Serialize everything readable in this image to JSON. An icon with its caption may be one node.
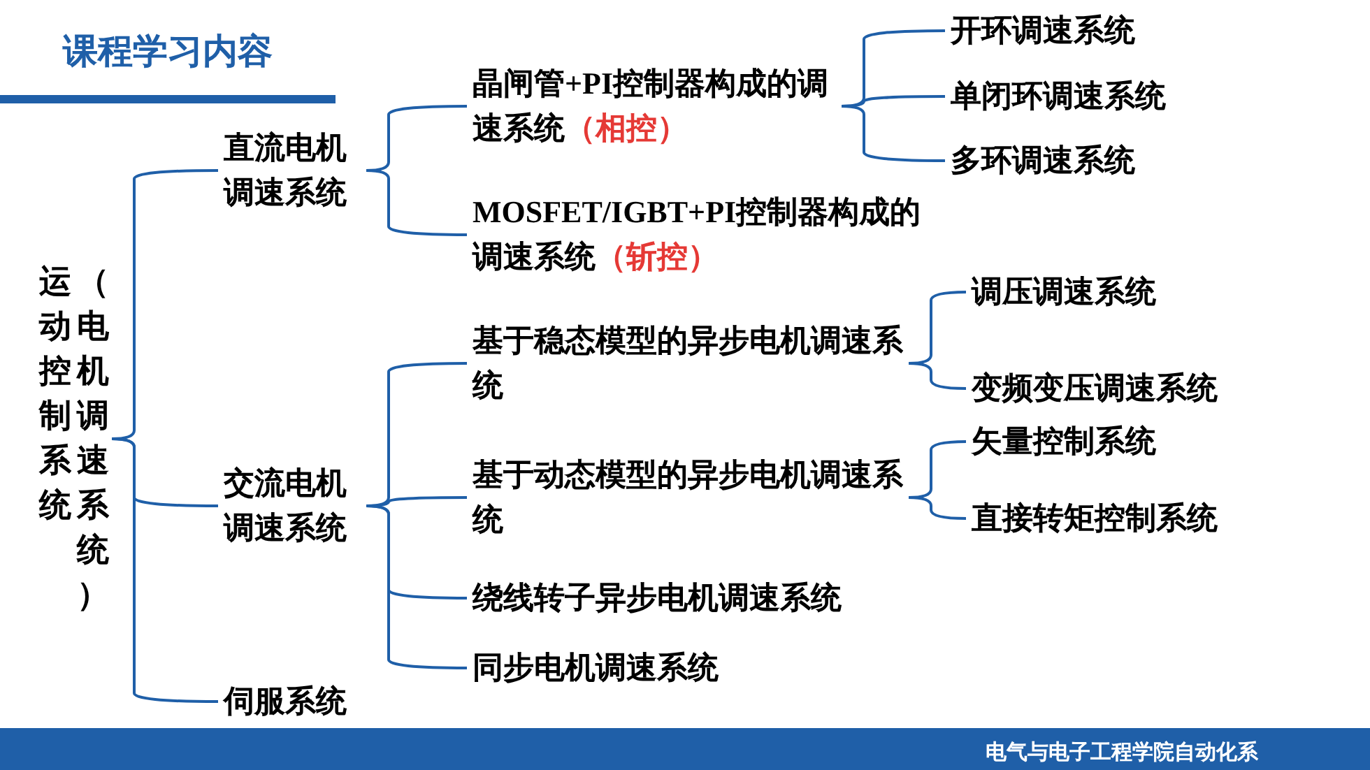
{
  "diagram": {
    "title": "课程学习内容",
    "nodes": [
      {
        "text": [
          "运动控制系统",
          "（电机调速系统）"
        ]
      },
      {
        "text": [
          "直流电机调速系统"
        ]
      },
      {
        "text": [
          "晶闸管+PI控制器构成的调速系统",
          "（相控）"
        ]
      },
      {
        "text": [
          "开环调速系统"
        ]
      },
      {
        "text": [
          "单闭环调速系统"
        ]
      },
      {
        "text": [
          "多环调速系统"
        ]
      },
      {
        "text": [
          "MOSFET/IGBT+PI控制器构成的调速系统",
          "（斩控）"
        ]
      },
      {
        "text": [
          "交流电机调速系统"
        ]
      },
      {
        "text": [
          "基于稳态模型的异步电机调速系统"
        ]
      },
      {
        "text": [
          "调压调速系统"
        ]
      },
      {
        "text": [
          "变频变压调速系统"
        ]
      },
      {
        "text": [
          "基于动态模型的异步电机调速系统"
        ]
      },
      {
        "text": [
          "矢量控制系统"
        ]
      },
      {
        "text": [
          "直接转矩控制系统"
        ]
      },
      {
        "text": [
          "绕线转子异步电机调速系统"
        ]
      },
      {
        "text": [
          "同步电机调速系统"
        ]
      },
      {
        "text": [
          "伺服系统"
        ]
      }
    ],
    "edges": [
      {
        "from": 0,
        "to": 1,
        "arrow": "none"
      },
      {
        "from": 0,
        "to": 7,
        "arrow": "none"
      },
      {
        "from": 0,
        "to": 16,
        "arrow": "none"
      },
      {
        "from": 1,
        "to": 2,
        "arrow": "none"
      },
      {
        "from": 1,
        "to": 6,
        "arrow": "none"
      },
      {
        "from": 2,
        "to": 3,
        "arrow": "none"
      },
      {
        "from": 2,
        "to": 4,
        "arrow": "none"
      },
      {
        "from": 2,
        "to": 5,
        "arrow": "none"
      },
      {
        "from": 7,
        "to": 8,
        "arrow": "none"
      },
      {
        "from": 7,
        "to": 11,
        "arrow": "none"
      },
      {
        "from": 7,
        "to": 14,
        "arrow": "none"
      },
      {
        "from": 7,
        "to": 15,
        "arrow": "none"
      },
      {
        "from": 8,
        "to": 9,
        "arrow": "none"
      },
      {
        "from": 8,
        "to": 10,
        "arrow": "none"
      },
      {
        "from": 11,
        "to": 12,
        "arrow": "none"
      },
      {
        "from": 11,
        "to": 13,
        "arrow": "none"
      }
    ],
    "labels": [
      "电气与电子工程学院自动化系"
    ]
  }
}
